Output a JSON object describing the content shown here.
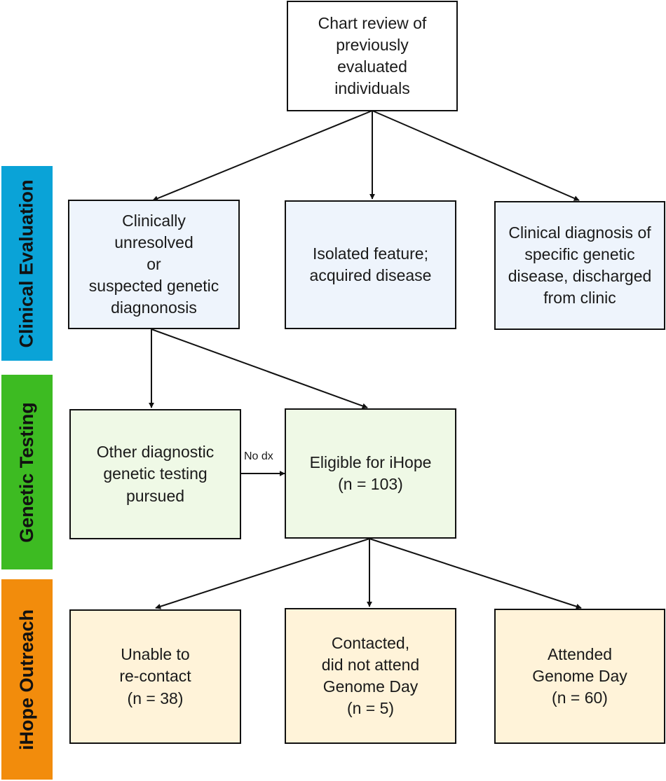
{
  "bands": [
    {
      "label": "Clinical Evaluation",
      "color": "#0aa3d7"
    },
    {
      "label": "Genetic Testing",
      "color": "#3dbb22"
    },
    {
      "label": "iHope Outreach",
      "color": "#f28c0c"
    }
  ],
  "nodes": {
    "chart_review": {
      "lines": [
        "Chart review of",
        "previously",
        "evaluated",
        "individuals"
      ]
    },
    "unresolved": {
      "lines": [
        "Clinically",
        "unresolved",
        "or",
        "suspected genetic",
        "diagnonosis"
      ]
    },
    "isolated": {
      "lines": [
        "Isolated feature;",
        "acquired disease"
      ]
    },
    "clinical_dx": {
      "lines": [
        "Clinical diagnosis of",
        "specific genetic",
        "disease, discharged",
        "from clinic"
      ]
    },
    "other_testing": {
      "lines": [
        "Other diagnostic",
        "genetic testing",
        "pursued"
      ]
    },
    "eligible": {
      "lines": [
        "Eligible for iHope",
        "(n = 103)"
      ]
    },
    "unable": {
      "lines": [
        "Unable to",
        "re-contact",
        "(n = 38)"
      ]
    },
    "contacted": {
      "lines": [
        "Contacted,",
        "did not attend",
        "Genome Day",
        "(n = 5)"
      ]
    },
    "attended": {
      "lines": [
        "Attended",
        "Genome Day",
        "(n = 60)"
      ]
    }
  },
  "edges": {
    "no_dx_label": "No dx"
  }
}
